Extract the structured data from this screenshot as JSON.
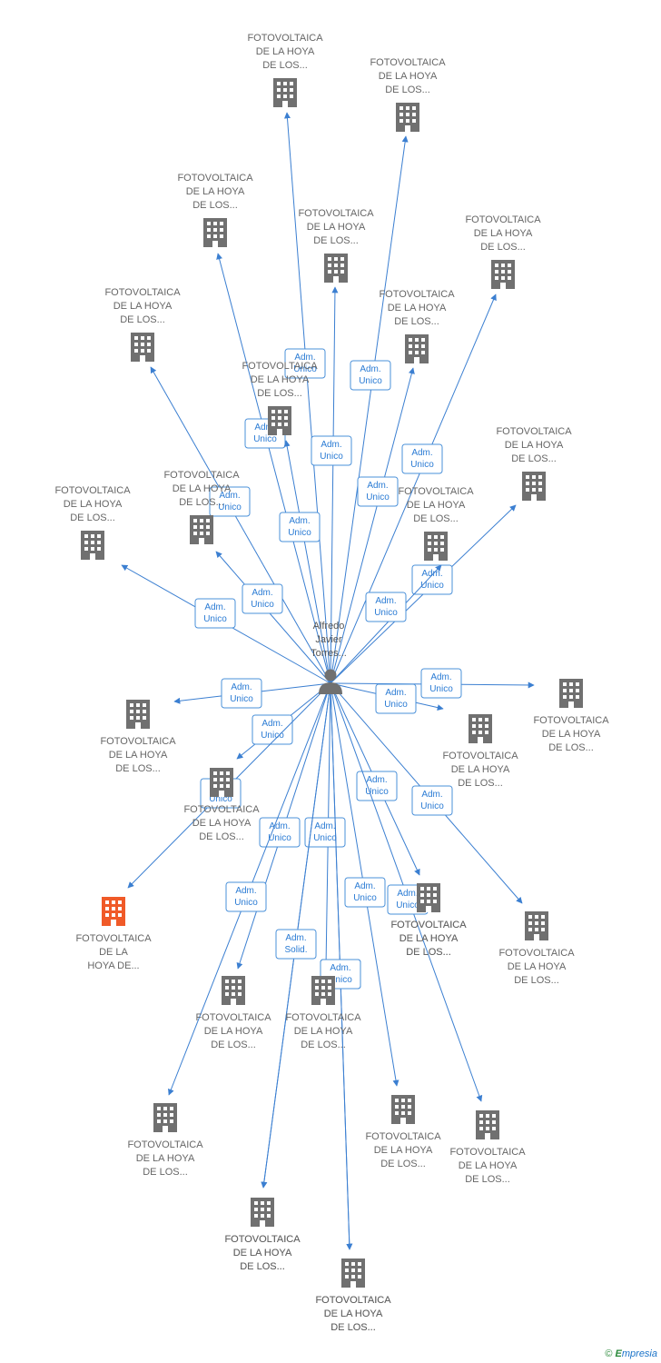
{
  "person": {
    "label": [
      "Alfredo",
      "Javier",
      "Torres..."
    ]
  },
  "colors": {
    "edge": "#3b7fd1",
    "node": "#707070",
    "node_highlight": "#f05a28",
    "person": "#707070"
  },
  "nodes": [
    {
      "id": "n1",
      "label": [
        "FOTOVOLTAICA",
        "DE LA HOYA",
        "DE LOS..."
      ],
      "highlight": false
    },
    {
      "id": "n2",
      "label": [
        "FOTOVOLTAICA",
        "DE LA HOYA",
        "DE LOS..."
      ],
      "highlight": false
    },
    {
      "id": "n3",
      "label": [
        "FOTOVOLTAICA",
        "DE LA HOYA",
        "DE LOS..."
      ],
      "highlight": false
    },
    {
      "id": "n4",
      "label": [
        "FOTOVOLTAICA",
        "DE LA HOYA",
        "DE LOS..."
      ],
      "highlight": false
    },
    {
      "id": "n5",
      "label": [
        "FOTOVOLTAICA",
        "DE LA HOYA",
        "DE LOS..."
      ],
      "highlight": false
    },
    {
      "id": "n6",
      "label": [
        "FOTOVOLTAICA",
        "DE LA HOYA",
        "DE LOS..."
      ],
      "highlight": false
    },
    {
      "id": "n7",
      "label": [
        "FOTOVOLTAICA",
        "DE LA HOYA",
        "DE LOS..."
      ],
      "highlight": false
    },
    {
      "id": "n8",
      "label": [
        "FOTOVOLTAICA",
        "DE LA HOYA",
        "DE LOS..."
      ],
      "highlight": false
    },
    {
      "id": "n9",
      "label": [
        "FOTOVOLTAICA",
        "DE LA HOYA",
        "DE LOS..."
      ],
      "highlight": false
    },
    {
      "id": "n10",
      "label": [
        "FOTOVOLTAICA",
        "DE LA HOYA",
        "DE LOS..."
      ],
      "highlight": false
    },
    {
      "id": "n11",
      "label": [
        "FOTOVOLTAICA",
        "DE LA HOYA",
        "DE LOS..."
      ],
      "highlight": false
    },
    {
      "id": "n12",
      "label": [
        "FOTOVOLTAICA",
        "DE LA HOYA",
        "DE LOS..."
      ],
      "highlight": false
    },
    {
      "id": "n13",
      "label": [
        "FOTOVOLTAICA",
        "DE LA HOYA",
        "DE LOS..."
      ],
      "highlight": false
    },
    {
      "id": "n14",
      "label": [
        "FOTOVOLTAICA",
        "DE LA HOYA",
        "DE LOS..."
      ],
      "highlight": false
    },
    {
      "id": "n15",
      "label": [
        "FOTOVOLTAICA",
        "DE LA HOYA",
        "DE LOS..."
      ],
      "highlight": false
    },
    {
      "id": "n16",
      "label": [
        "FOTOVOLTAICA",
        "DE LA HOYA",
        "DE LOS..."
      ],
      "highlight": false
    },
    {
      "id": "n17",
      "label": [
        "FOTOVOLTAICA",
        "DE LA HOYA",
        "DE LOS..."
      ],
      "highlight": false
    },
    {
      "id": "n18",
      "label": [
        "FOTOVOLTAICA",
        "DE LA",
        "HOYA DE..."
      ],
      "highlight": true
    },
    {
      "id": "n19",
      "label": [
        "FOTOVOLTAICA",
        "DE LA HOYA",
        "DE LOS..."
      ],
      "highlight": false
    },
    {
      "id": "n20",
      "label": [
        "FOTOVOLTAICA",
        "DE LA HOYA",
        "DE LOS..."
      ],
      "highlight": false
    },
    {
      "id": "n21",
      "label": [
        "FOTOVOLTAICA",
        "DE LA HOYA",
        "DE LOS..."
      ],
      "highlight": false
    },
    {
      "id": "n22",
      "label": [
        "FOTOVOLTAICA",
        "DE LA HOYA",
        "DE LOS..."
      ],
      "highlight": false
    },
    {
      "id": "n23",
      "label": [
        "FOTOVOLTAICA",
        "DE LA HOYA",
        "DE LOS..."
      ],
      "highlight": false
    },
    {
      "id": "n24",
      "label": [
        "FOTOVOLTAICA",
        "DE LA HOYA",
        "DE LOS..."
      ],
      "highlight": false
    },
    {
      "id": "n25",
      "label": [
        "FOTOVOLTAICA",
        "DE LA HOYA",
        "DE LOS..."
      ],
      "highlight": false
    },
    {
      "id": "n26",
      "label": [
        "FOTOVOLTAICA",
        "DE LA HOYA",
        "DE LOS..."
      ],
      "highlight": false
    },
    {
      "id": "n27",
      "label": [
        "FOTOVOLTAICA",
        "DE LA HOYA",
        "DE LOS..."
      ],
      "highlight": false
    },
    {
      "id": "n28",
      "label": [
        "FOTOVOLTAICA",
        "DE LA HOYA",
        "DE LOS..."
      ],
      "highlight": false
    },
    {
      "id": "n29",
      "label": [
        "FOTOVOLTAICA",
        "DE LA HOYA",
        "DE LOS..."
      ],
      "highlight": false
    }
  ],
  "edges": [
    {
      "target": "n1",
      "label": [
        "Adm.",
        "Unico"
      ]
    },
    {
      "target": "n2",
      "label": [
        "Adm.",
        "Unico"
      ]
    },
    {
      "target": "n3",
      "label": [
        "Adm.",
        "Unico"
      ]
    },
    {
      "target": "n4",
      "label": [
        "Adm.",
        "Unico"
      ]
    },
    {
      "target": "n5",
      "label": [
        "Adm.",
        "Unico"
      ]
    },
    {
      "target": "n6",
      "label": [
        "Adm.",
        "Unico"
      ]
    },
    {
      "target": "n7",
      "label": [
        "Adm.",
        "Unico"
      ]
    },
    {
      "target": "n8",
      "label": [
        "Adm.",
        "Unico"
      ]
    },
    {
      "target": "n9",
      "label": [
        "Adm.",
        "Unico"
      ]
    },
    {
      "target": "n10",
      "label": [
        "Adm.",
        "Unico"
      ]
    },
    {
      "target": "n11",
      "label": [
        "Adm.",
        "Unico"
      ]
    },
    {
      "target": "n12",
      "label": [
        "Adm.",
        "Unico"
      ]
    },
    {
      "target": "n13",
      "label": [
        "Adm.",
        "Unico"
      ]
    },
    {
      "target": "n14",
      "label": [
        "Adm.",
        "Unico"
      ]
    },
    {
      "target": "n15",
      "label": [
        "Adm.",
        "Unico"
      ]
    },
    {
      "target": "n16",
      "label": [
        "Adm.",
        "Unico"
      ]
    },
    {
      "target": "n17",
      "label": [
        "Adm.",
        "Unico"
      ]
    },
    {
      "target": "n18",
      "label": [
        "Adm.",
        "Unico"
      ]
    },
    {
      "target": "n19",
      "label": [
        "Adm.",
        "Unico"
      ]
    },
    {
      "target": "n20",
      "label": [
        "Adm.",
        "Unico"
      ]
    },
    {
      "target": "n21",
      "label": [
        "Adm.",
        "Unico"
      ]
    },
    {
      "target": "n22",
      "label": [
        "Adm.",
        "Unico"
      ]
    },
    {
      "target": "n23",
      "label": [
        "Adm.",
        "Unico"
      ]
    },
    {
      "target": "n24",
      "label": [
        "Adm.",
        "Unico"
      ]
    },
    {
      "target": "n25",
      "label": [
        "Adm.",
        "Unico"
      ]
    },
    {
      "target": "n26",
      "label": [
        "Adm.",
        "Unico"
      ]
    },
    {
      "target": "n27",
      "label": [
        "Adm.",
        "Solid."
      ]
    },
    {
      "target": "n28",
      "label": [
        "Adm.",
        "Unico"
      ]
    }
  ],
  "footer": {
    "copyright": "©",
    "brand_first": "E",
    "brand_rest": "mpresia"
  }
}
